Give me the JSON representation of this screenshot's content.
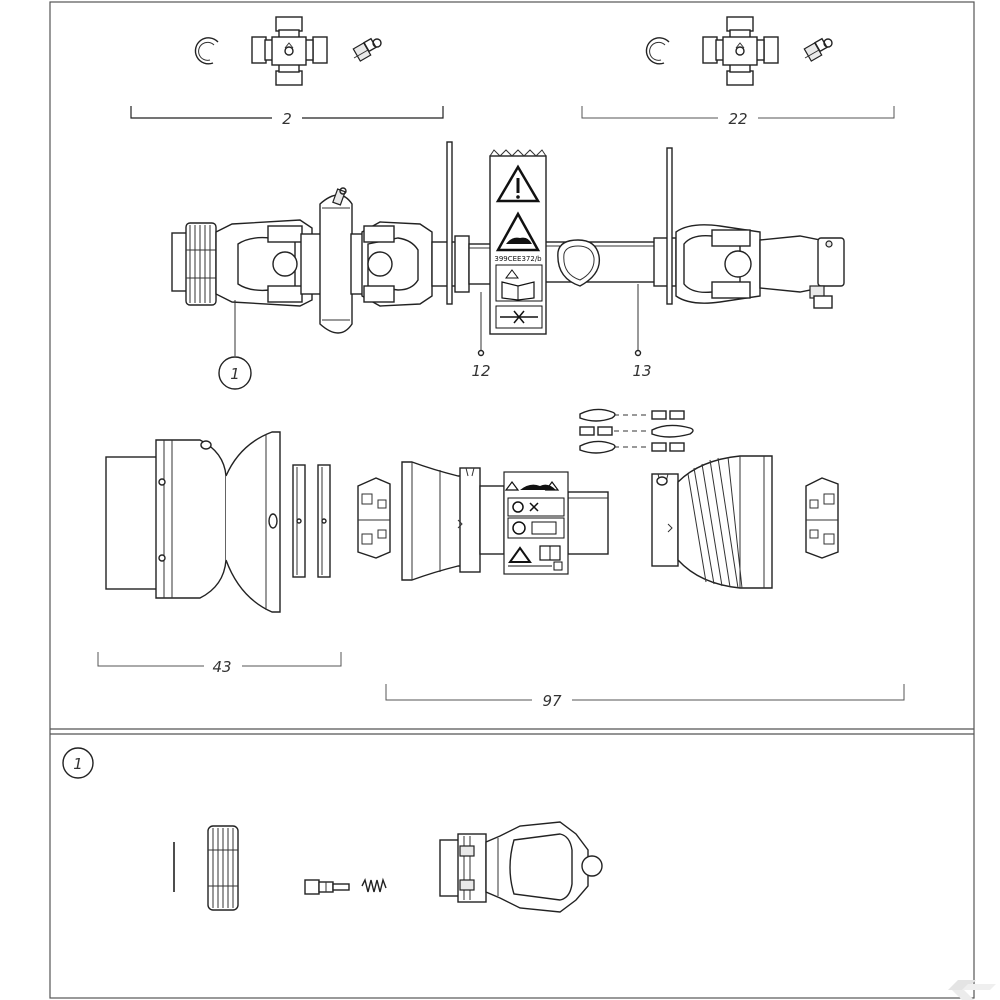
{
  "labels": {
    "kit_2": "2",
    "kit_22": "22",
    "part_1": "1",
    "part_12": "12",
    "part_13": "13",
    "guard_43": "43",
    "guard_97": "97",
    "detail_1": "1"
  },
  "sticker": {
    "code": "399CEE372/b"
  },
  "colors": {
    "line": "#222222",
    "frame": "#555555",
    "background": "#ffffff"
  },
  "icons": {
    "logo": "kramp-logo"
  }
}
